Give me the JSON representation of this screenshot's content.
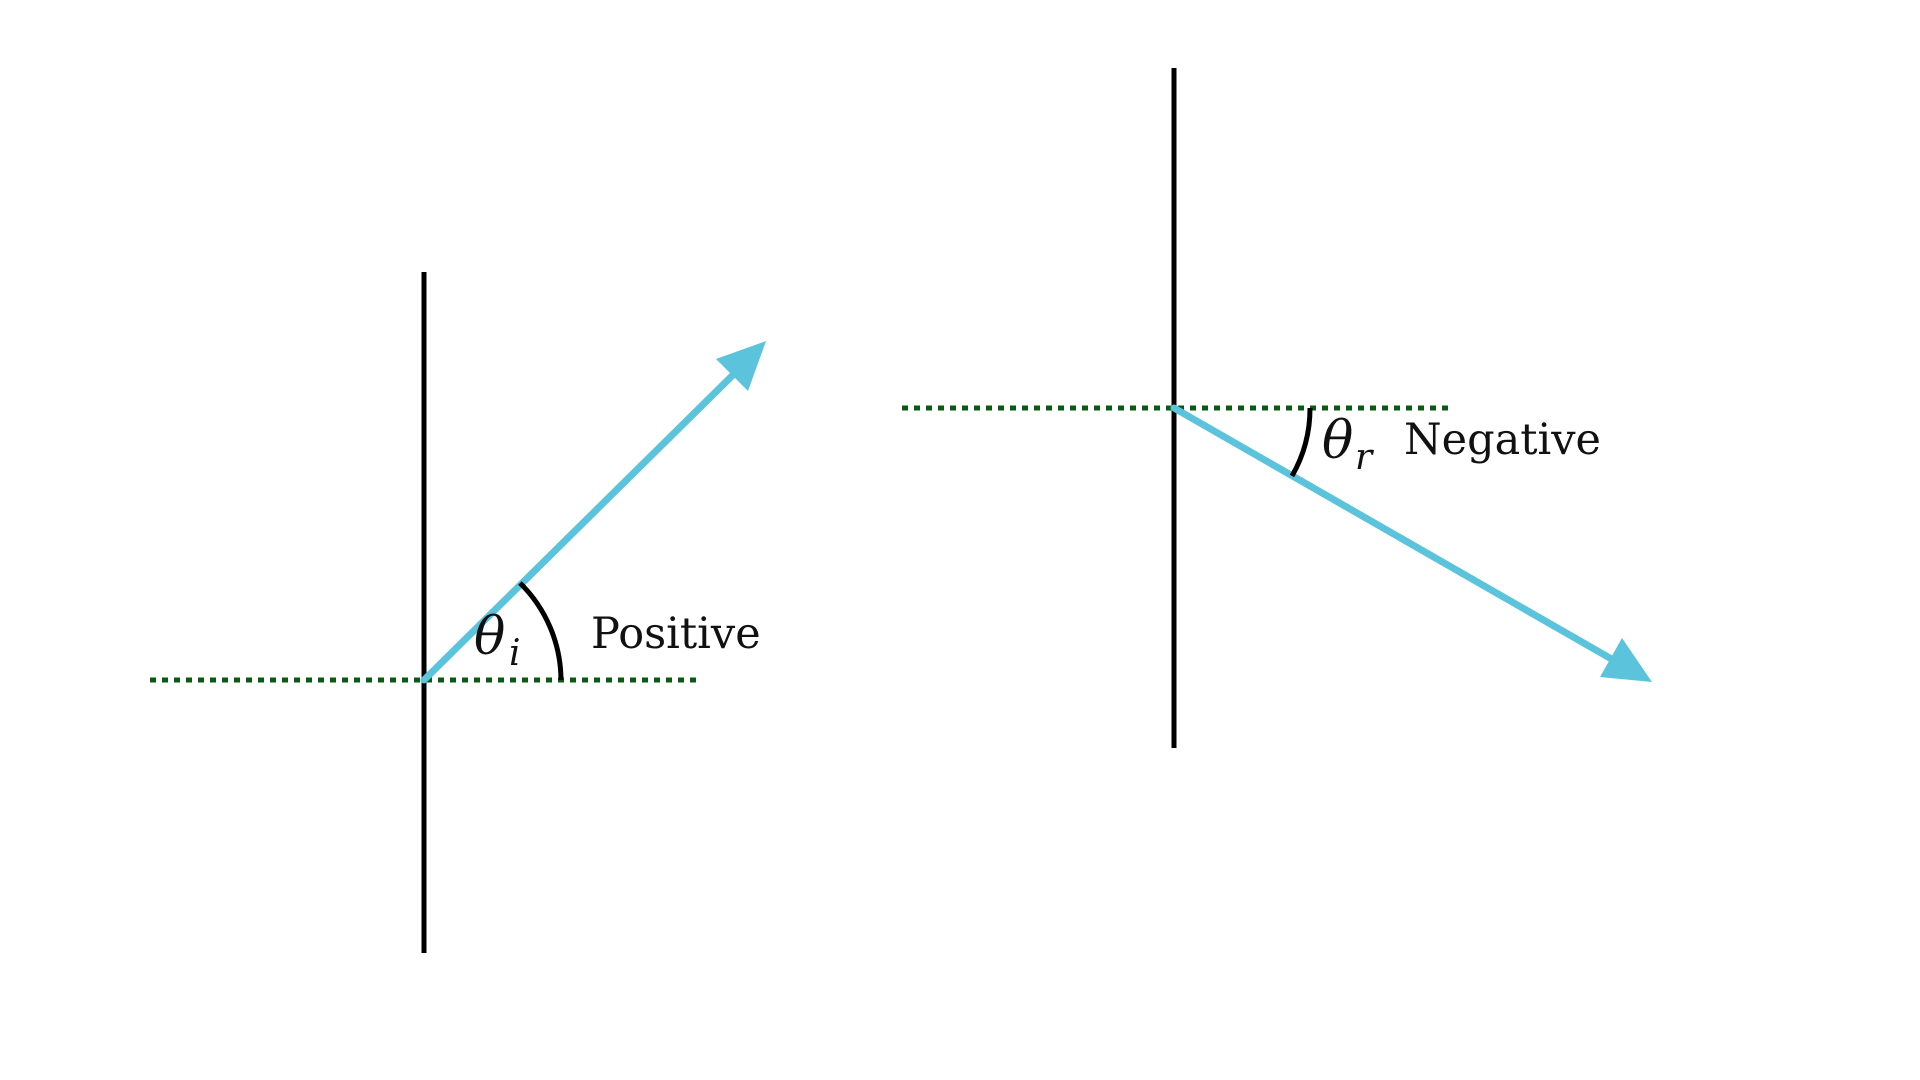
{
  "colors": {
    "background": "#ffffff",
    "surface_line": "#000000",
    "normal_line": "#0b5a14",
    "ray": "#5bc4dc",
    "angle_arc": "#000000",
    "text": "#111111"
  },
  "panels": [
    {
      "id": "incident",
      "angle_symbol": "θ",
      "angle_subscript": "i",
      "sign_label": "Positive",
      "ray_direction": "up-right"
    },
    {
      "id": "reflected",
      "angle_symbol": "θ",
      "angle_subscript": "r",
      "sign_label": "Negative",
      "ray_direction": "down-right"
    }
  ]
}
